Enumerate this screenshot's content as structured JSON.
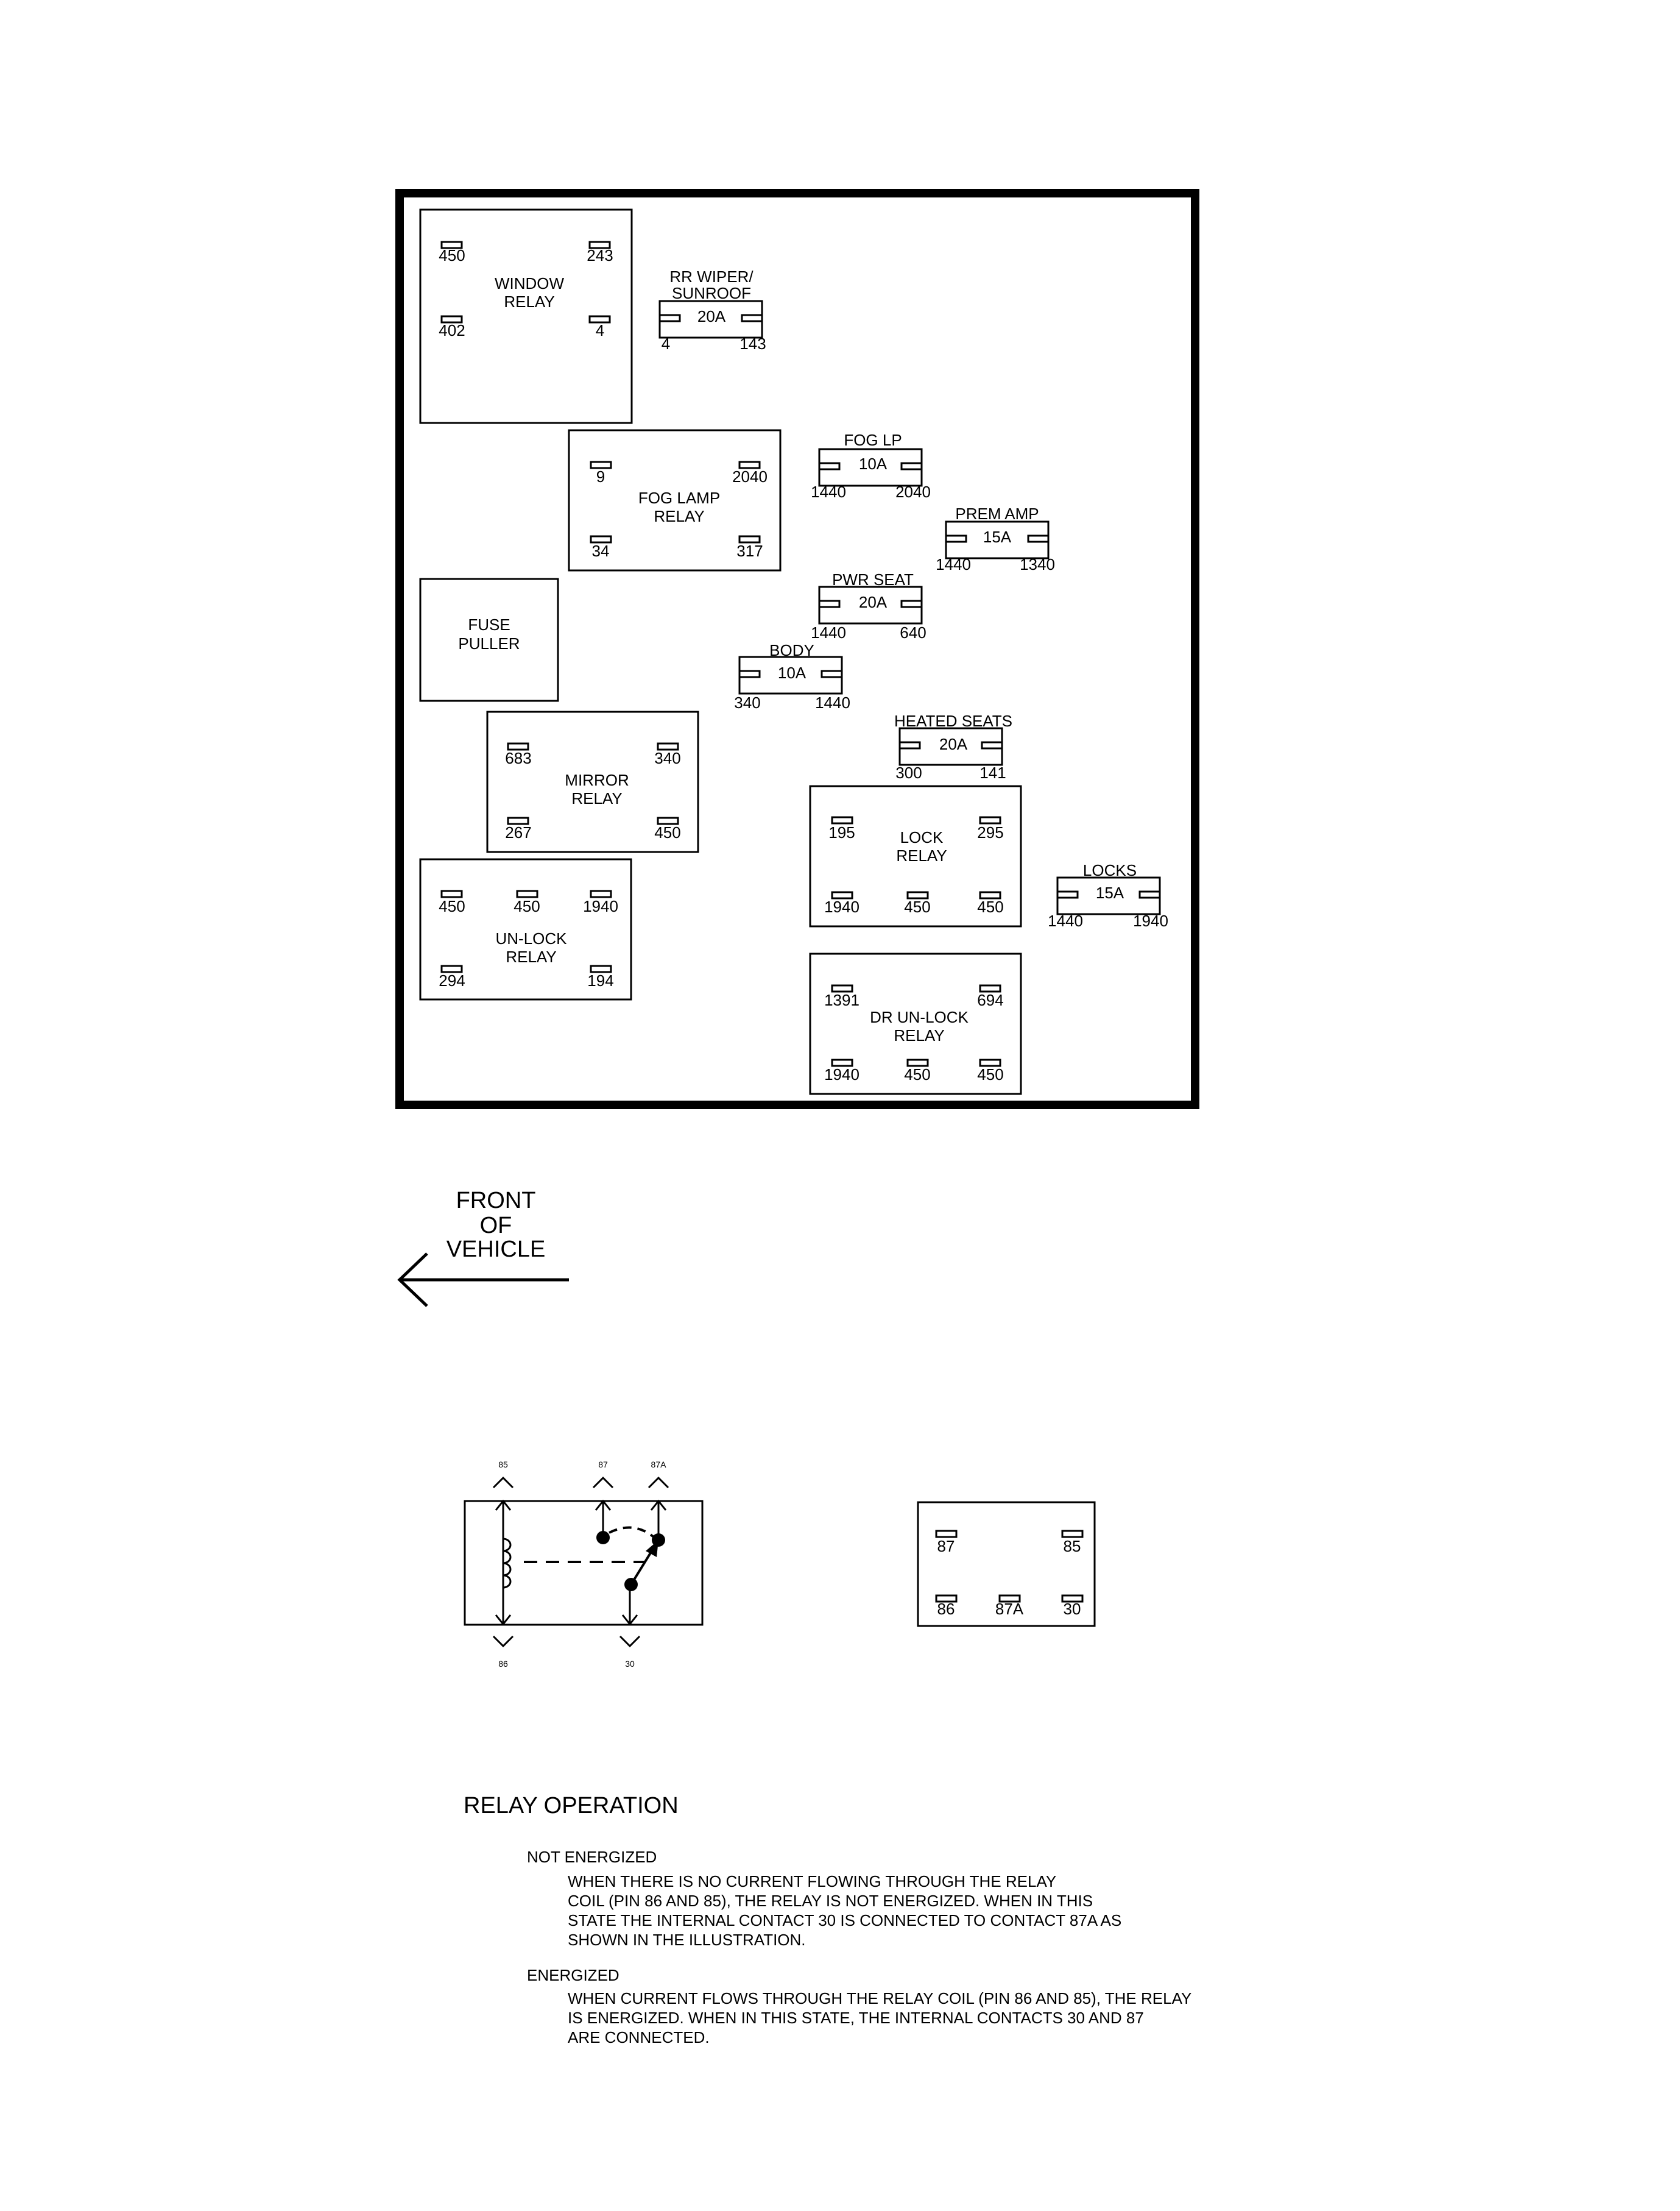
{
  "fuse_block": {
    "window_relay": {
      "title": [
        "WINDOW",
        "RELAY"
      ],
      "pins": [
        "450",
        "243",
        "402",
        "4"
      ]
    },
    "fog_lamp_relay": {
      "title": [
        "FOG LAMP",
        "RELAY"
      ],
      "pins": [
        "9",
        "2040",
        "34",
        "317"
      ]
    },
    "fuse_puller": {
      "title": [
        "FUSE",
        "PULLER"
      ]
    },
    "mirror_relay": {
      "title": [
        "MIRROR",
        "RELAY"
      ],
      "pins": [
        "683",
        "340",
        "267",
        "450"
      ]
    },
    "unlock_relay": {
      "title": [
        "UN-LOCK",
        "RELAY"
      ],
      "pins": [
        "450",
        "450",
        "1940",
        "294",
        "194"
      ]
    },
    "lock_relay": {
      "title": [
        "LOCK",
        "RELAY"
      ],
      "pins": [
        "195",
        "295",
        "1940",
        "450",
        "450"
      ]
    },
    "dr_unlock_relay": {
      "title": [
        "DR UN-LOCK",
        "RELAY"
      ],
      "pins": [
        "1391",
        "694",
        "1940",
        "450",
        "450"
      ]
    },
    "fuses": [
      {
        "name": [
          "RR WIPER/",
          "SUNROOF"
        ],
        "rating": "20A",
        "left_pin": "4",
        "right_pin": "143"
      },
      {
        "name": [
          "FOG LP"
        ],
        "rating": "10A",
        "left_pin": "1440",
        "right_pin": "2040"
      },
      {
        "name": [
          "PREM AMP"
        ],
        "rating": "15A",
        "left_pin": "1440",
        "right_pin": "1340"
      },
      {
        "name": [
          "PWR SEAT"
        ],
        "rating": "20A",
        "left_pin": "1440",
        "right_pin": "640"
      },
      {
        "name": [
          "BODY"
        ],
        "rating": "10A",
        "left_pin": "340",
        "right_pin": "1440"
      },
      {
        "name": [
          "HEATED SEATS"
        ],
        "rating": "20A",
        "left_pin": "300",
        "right_pin": "141"
      },
      {
        "name": [
          "LOCKS"
        ],
        "rating": "15A",
        "left_pin": "1440",
        "right_pin": "1940"
      }
    ]
  },
  "front_indicator": {
    "lines": [
      "FRONT",
      "OF",
      "VEHICLE"
    ]
  },
  "relay_schematic": {
    "top_pins": [
      "85",
      "87",
      "87A"
    ],
    "bottom_pins": [
      "86",
      "30"
    ]
  },
  "relay_pinout": {
    "pins": [
      "87",
      "85",
      "86",
      "87A",
      "30"
    ]
  },
  "relay_operation": {
    "title": "RELAY OPERATION",
    "not_energized": {
      "heading": "NOT ENERGIZED",
      "lines": [
        "WHEN THERE IS NO CURRENT FLOWING THROUGH THE RELAY",
        "COIL (PIN 86 AND 85), THE RELAY IS NOT ENERGIZED.  WHEN IN THIS",
        "STATE THE INTERNAL CONTACT 30 IS CONNECTED TO CONTACT 87A AS",
        "SHOWN IN THE ILLUSTRATION."
      ]
    },
    "energized": {
      "heading": "ENERGIZED",
      "lines": [
        "WHEN CURRENT FLOWS THROUGH THE RELAY COIL (PIN 86 AND 85), THE RELAY",
        "IS ENERGIZED.  WHEN IN THIS STATE, THE INTERNAL CONTACTS 30 AND 87",
        "ARE CONNECTED."
      ]
    }
  }
}
